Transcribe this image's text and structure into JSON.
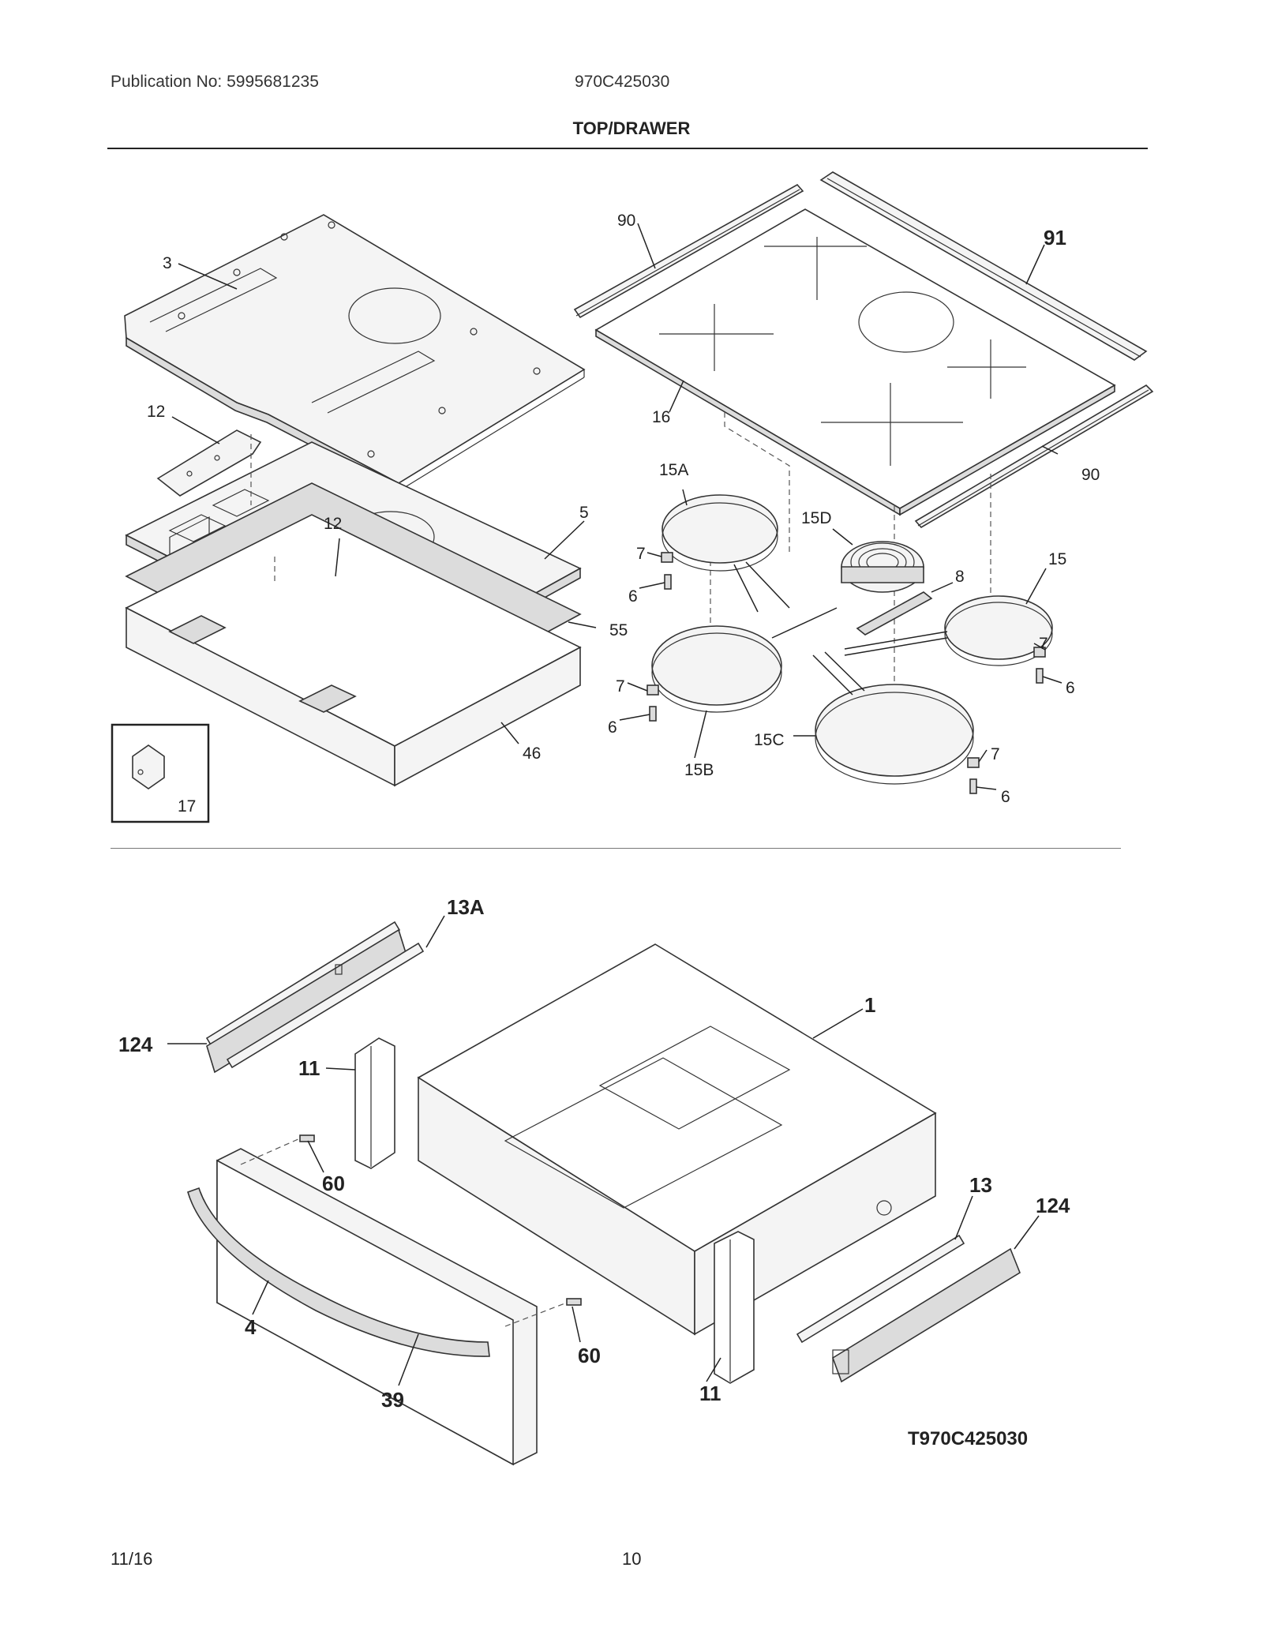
{
  "header": {
    "publication": "Publication No: 5995681235",
    "model": "970C425030",
    "section_title": "TOP/DRAWER"
  },
  "top_callouts": {
    "c3": "3",
    "c12a": "12",
    "c12b": "12",
    "c5": "5",
    "c55": "55",
    "c46": "46",
    "c17": "17",
    "c90a": "90",
    "c91": "91",
    "c16": "16",
    "c90b": "90",
    "c15A": "15A",
    "c15D": "15D",
    "c15": "15",
    "c8": "8",
    "c7a": "7",
    "c6a": "6",
    "c7b": "7",
    "c6b": "6",
    "c7c": "7",
    "c6c": "6",
    "c7d": "7",
    "c6d": "6",
    "c15B": "15B",
    "c15C": "15C"
  },
  "drawer_callouts": {
    "c13A": "13A",
    "c124a": "124",
    "c11a": "11",
    "c1": "1",
    "c60a": "60",
    "c4": "4",
    "c39": "39",
    "c60b": "60",
    "c11b": "11",
    "c13": "13",
    "c124b": "124"
  },
  "diagram_id": "T970C425030",
  "footer": {
    "date": "11/16",
    "page": "10"
  }
}
